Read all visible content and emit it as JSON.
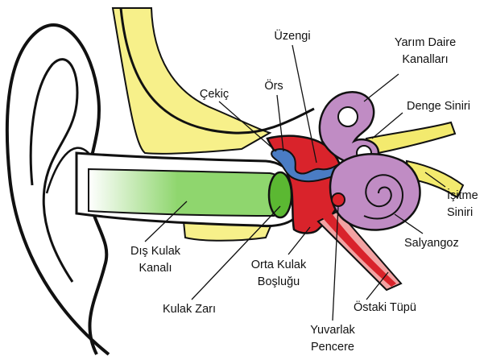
{
  "colors": {
    "outline": "#111111",
    "skin": "#ffffff",
    "bone": "#f7f08a",
    "canal_green": "#8fd66e",
    "eardrum_green": "#5bb832",
    "middle_ear_red": "#d9232b",
    "ossicle_blue": "#4a7cc4",
    "cochlea_purple": "#c08cc4",
    "nerve_yellow": "#f3ea6e",
    "eustachian_pink": "#f2a3a3"
  },
  "labels": {
    "uzengi": "Üzengi",
    "yarim_daire_1": "Yarım Daire",
    "yarim_daire_2": "Kanalları",
    "ors": "Örs",
    "cekic": "Çekiç",
    "denge_siniri": "Denge Siniri",
    "isitme_1": "İşitme",
    "isitme_2": "Siniri",
    "dis_kulak_1": "Dış Kulak",
    "dis_kulak_2": "Kanalı",
    "salyangoz": "Salyangoz",
    "orta_kulak_1": "Orta Kulak",
    "orta_kulak_2": "Boşluğu",
    "kulak_zari": "Kulak Zarı",
    "ostaki": "Östaki Tüpü",
    "yuvarlak_1": "Yuvarlak",
    "yuvarlak_2": "Pencere"
  }
}
